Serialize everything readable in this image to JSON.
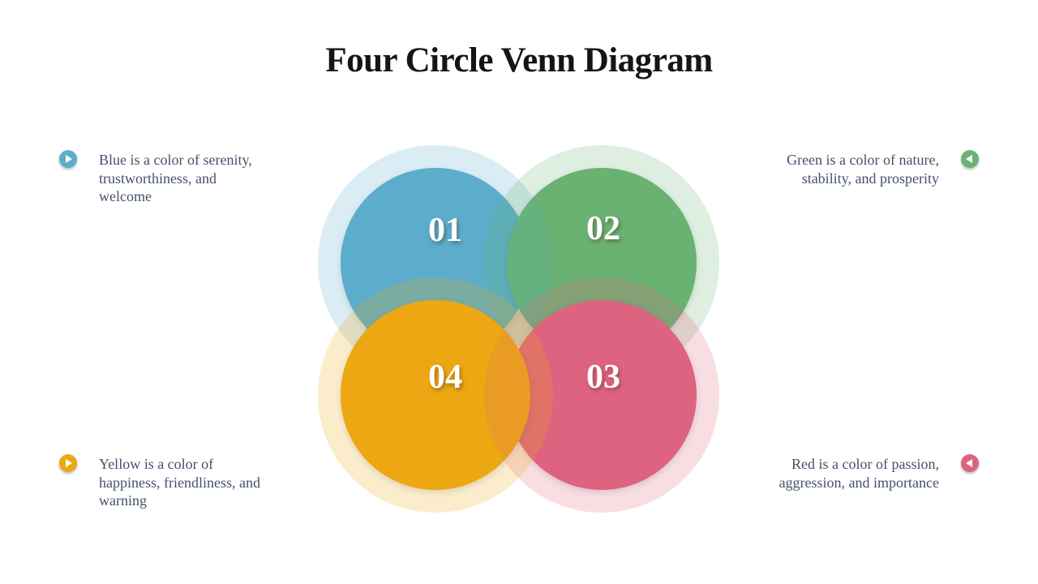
{
  "title": "Four Circle Venn Diagram",
  "colors": {
    "blue": "#5BAECB",
    "green": "#6AB371",
    "yellow": "#ECA713",
    "red": "#DD6380",
    "text": "#44506B",
    "title": "#151515"
  },
  "venn": {
    "items": [
      {
        "id": "blue",
        "number": "01"
      },
      {
        "id": "green",
        "number": "02"
      },
      {
        "id": "red",
        "number": "03"
      },
      {
        "id": "yellow",
        "number": "04"
      }
    ]
  },
  "notes": {
    "blue": {
      "lines": [
        "Blue is a color of serenity,",
        "trustworthiness, and",
        "welcome"
      ]
    },
    "green": {
      "lines": [
        "Green is a color of nature,",
        "stability, and prosperity"
      ]
    },
    "yellow": {
      "lines": [
        "Yellow is a color of",
        "happiness, friendliness, and",
        "warning"
      ]
    },
    "red": {
      "lines": [
        "Red is a color of passion,",
        "aggression, and importance"
      ]
    }
  }
}
